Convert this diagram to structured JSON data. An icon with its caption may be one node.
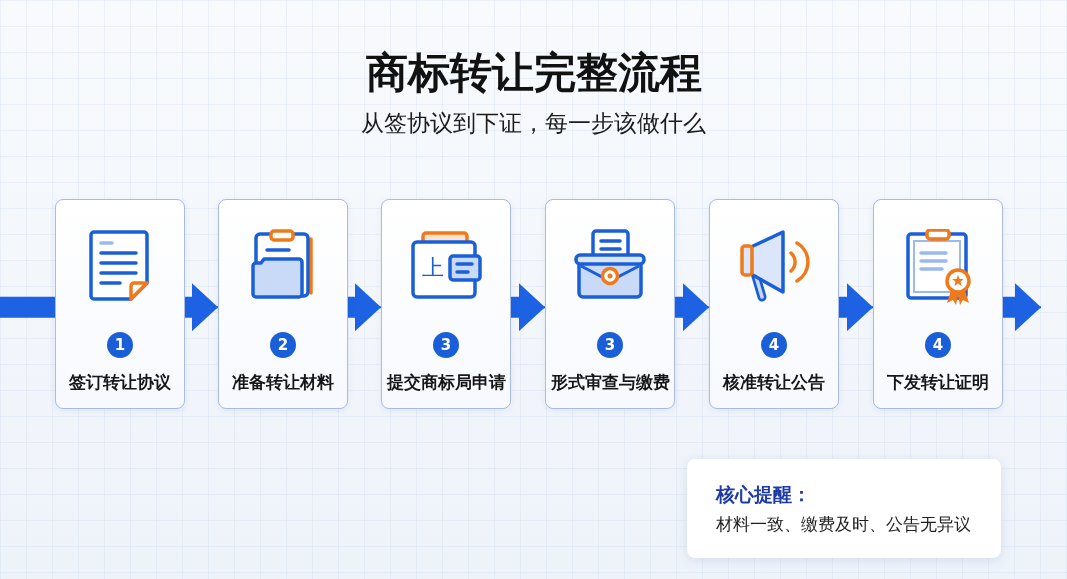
{
  "diagram": {
    "title": "商标转让完整流程",
    "nodes": [
      {
        "text": [
          "1",
          "签订转让协议"
        ]
      },
      {
        "text": [
          "2",
          "准备转让材料"
        ]
      },
      {
        "text": [
          "3",
          "提交商标局申请"
        ]
      },
      {
        "text": [
          "3",
          "形式审查与缴费"
        ]
      },
      {
        "text": [
          "4",
          "核准转让公告"
        ]
      },
      {
        "text": [
          "4",
          "下发转让证明"
        ]
      },
      {
        "text": [
          "核心提醒：",
          "材料一致、缴费及时、公告无异议"
        ]
      }
    ],
    "edges": [
      {
        "from": null,
        "to": 0,
        "arrow": "none"
      },
      {
        "from": 0,
        "to": 1,
        "arrow": "to"
      },
      {
        "from": 1,
        "to": 2,
        "arrow": "to"
      },
      {
        "from": 2,
        "to": 3,
        "arrow": "to"
      },
      {
        "from": 3,
        "to": 4,
        "arrow": "to"
      },
      {
        "from": 4,
        "to": 5,
        "arrow": "to"
      },
      {
        "from": 5,
        "to": null,
        "arrow": "to"
      }
    ],
    "labels": [
      "从签协议到下证，每一步该做什么",
      "上"
    ]
  }
}
